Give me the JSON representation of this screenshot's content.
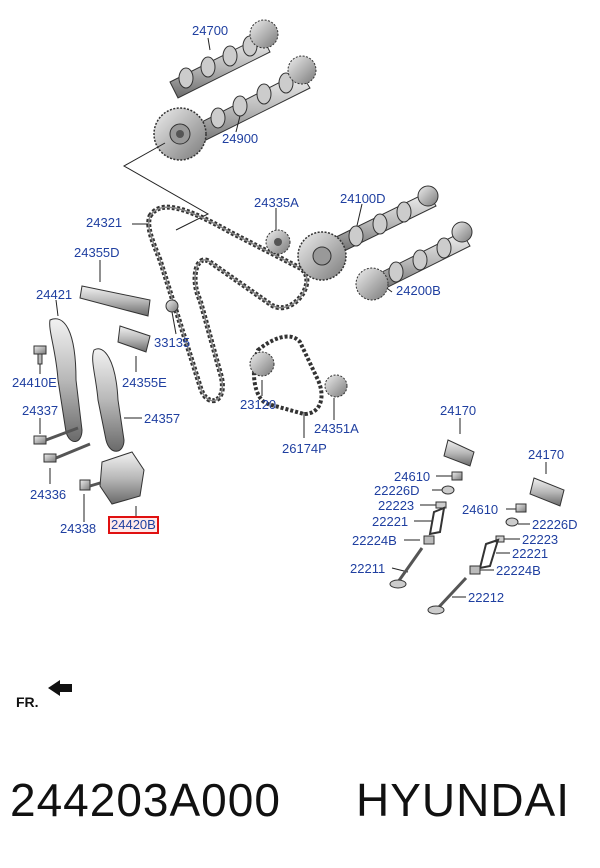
{
  "labels": {
    "p24700": "24700",
    "p24900": "24900",
    "p24321": "24321",
    "p24335A": "24335A",
    "p24100D": "24100D",
    "p24355D": "24355D",
    "p24421": "24421",
    "p33135": "33135",
    "p24200B": "24200B",
    "p24410E": "24410E",
    "p24355E": "24355E",
    "p24337": "24337",
    "p24357": "24357",
    "p23120": "23120",
    "p24351A": "24351A",
    "p26174P": "26174P",
    "p24336": "24336",
    "p24338": "24338",
    "p24420B": "24420B",
    "p24170a": "24170",
    "p24170b": "24170",
    "p24610a": "24610",
    "p22226Da": "22226D",
    "p22223a": "22223",
    "p22221a": "22221",
    "p22224Ba": "22224B",
    "p22211": "22211",
    "p24610b": "24610",
    "p22226Db": "22226D",
    "p22223b": "22223",
    "p22221b": "22221",
    "p22224Bb": "22224B",
    "p22212": "22212"
  },
  "fr_label": "FR.",
  "footer": {
    "part_number": "244203A000",
    "brand": "HYUNDAI"
  },
  "highlight_color": "#e01010",
  "label_color": "#1f3fa0"
}
